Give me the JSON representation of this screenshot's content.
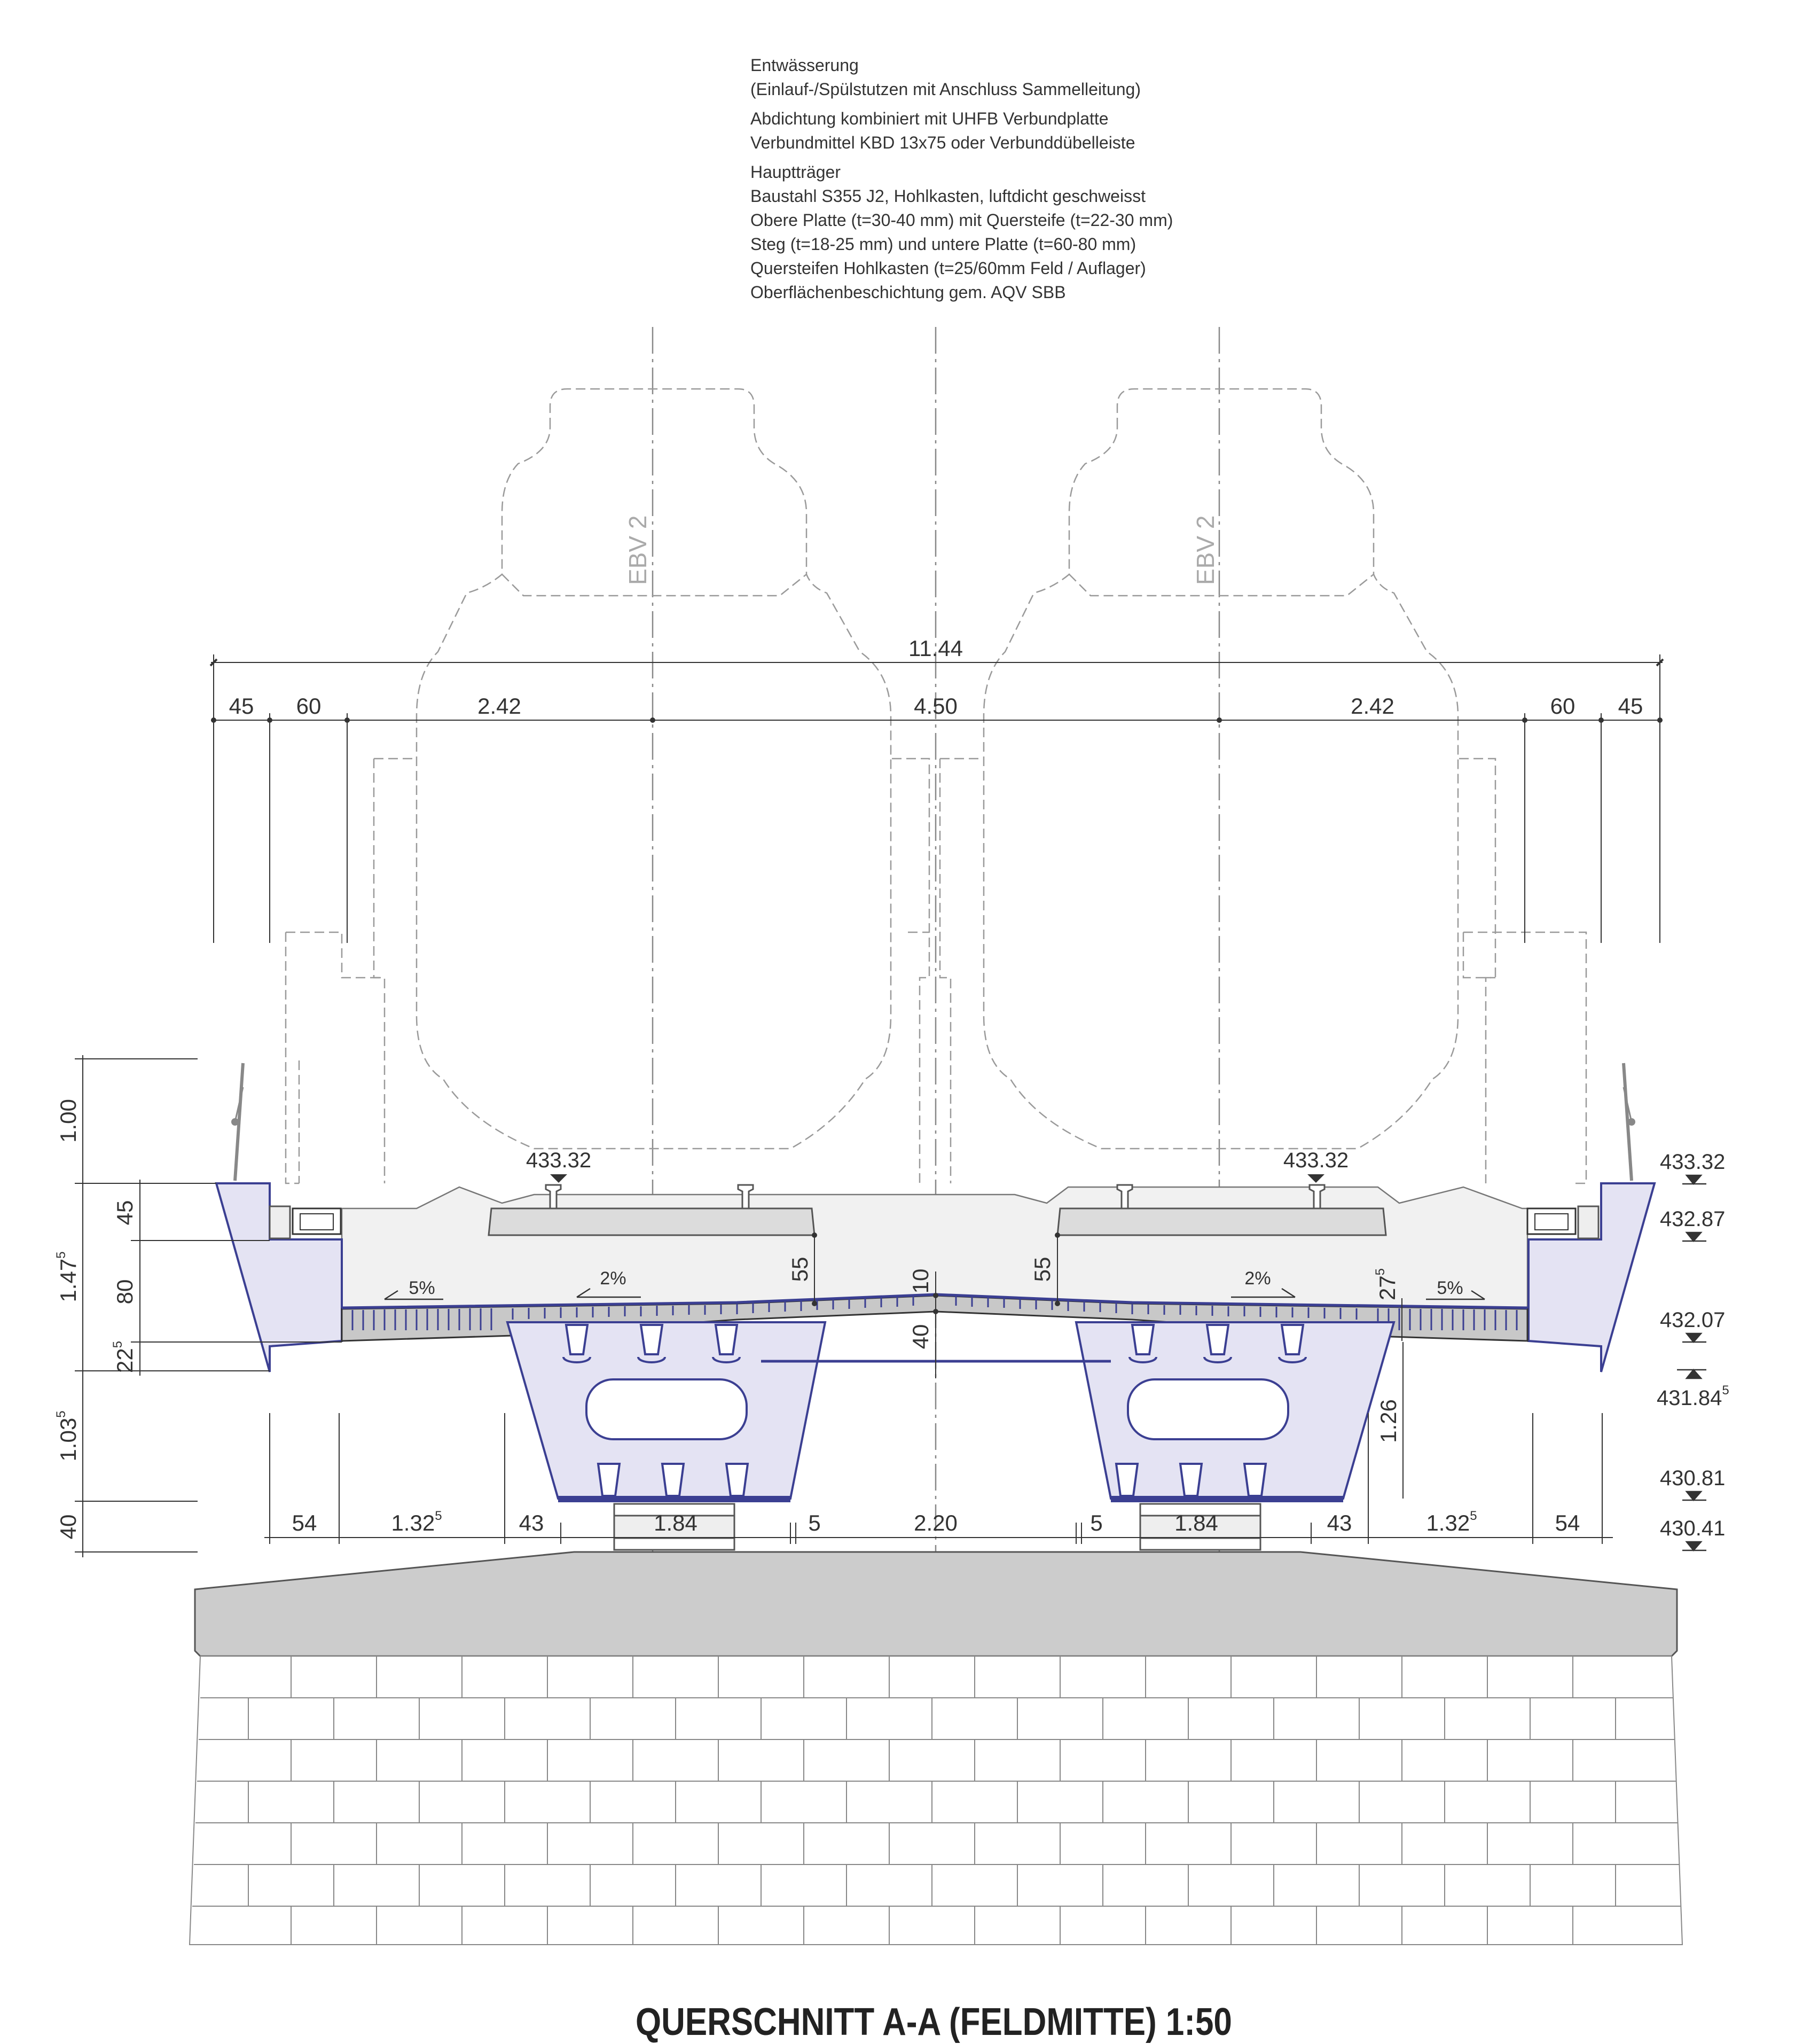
{
  "notes": {
    "groups": [
      {
        "lines": [
          "Entwässerung",
          "(Einlauf-/Spülstutzen mit Anschluss Sammelleitung)"
        ]
      },
      {
        "lines": [
          "Abdichtung kombiniert mit UHFB Verbundplatte",
          "Verbundmittel KBD 13x75 oder Verbunddübelleiste"
        ]
      },
      {
        "lines": [
          "Hauptträger",
          "Baustahl S355 J2, Hohlkasten, luftdicht geschweisst",
          "Obere Platte (t=30-40 mm) mit Quersteife (t=22-30 mm)",
          "Steg (t=18-25 mm) und untere Platte (t=60-80 mm)",
          "Quersteifen Hohlkasten (t=25/60mm Feld / Auflager)",
          "Oberflächenbeschichtung gem. AQV SBB"
        ]
      }
    ]
  },
  "clearance_profiles": {
    "left": "EBV 2",
    "right": "EBV 2"
  },
  "top_dimensions": {
    "overall": "11.44",
    "segments": [
      "45",
      "60",
      "2.42",
      "4.50",
      "2.42",
      "60",
      "45"
    ]
  },
  "bottom_dimensions": {
    "segments": [
      "54",
      "1.32",
      "43",
      "1.84",
      "5",
      "2.20",
      "5",
      "1.84",
      "43",
      "1.32",
      "54"
    ],
    "superscripts": {
      "1": "5",
      "9": "5"
    }
  },
  "left_dimensions": {
    "outer": [
      {
        "label": "1.00"
      },
      {
        "label": "1.47",
        "sup": "5"
      },
      {
        "label": "1.03",
        "sup": "5"
      },
      {
        "label": "40"
      }
    ],
    "inner": [
      {
        "label": "45"
      },
      {
        "label": "80"
      },
      {
        "label": "22",
        "sup": "5"
      }
    ]
  },
  "inner_dimensions": {
    "ballast_left": "55",
    "ballast_right": "55",
    "center_top": "10",
    "center_slab": "40",
    "right_edge": "27",
    "right_edge_sup": "5",
    "box_depth": "1.26"
  },
  "rail_elevations": {
    "left": "433.32",
    "right": "433.32"
  },
  "elevations": [
    {
      "value": "433.32",
      "sup": ""
    },
    {
      "value": "432.87",
      "sup": ""
    },
    {
      "value": "432.07",
      "sup": ""
    },
    {
      "value": "431.84",
      "sup": "5"
    },
    {
      "value": "430.81",
      "sup": ""
    },
    {
      "value": "430.41",
      "sup": ""
    }
  ],
  "slopes": [
    "5%",
    "2%",
    "2%",
    "5%"
  ],
  "colors": {
    "steel": "#3b3f92",
    "steel_fill": "#e4e3f3",
    "concrete": "#c8c8c8",
    "ballast": "#f1f1f1"
  },
  "title": "QUERSCHNITT A-A (FELDMITTE)   1:50"
}
